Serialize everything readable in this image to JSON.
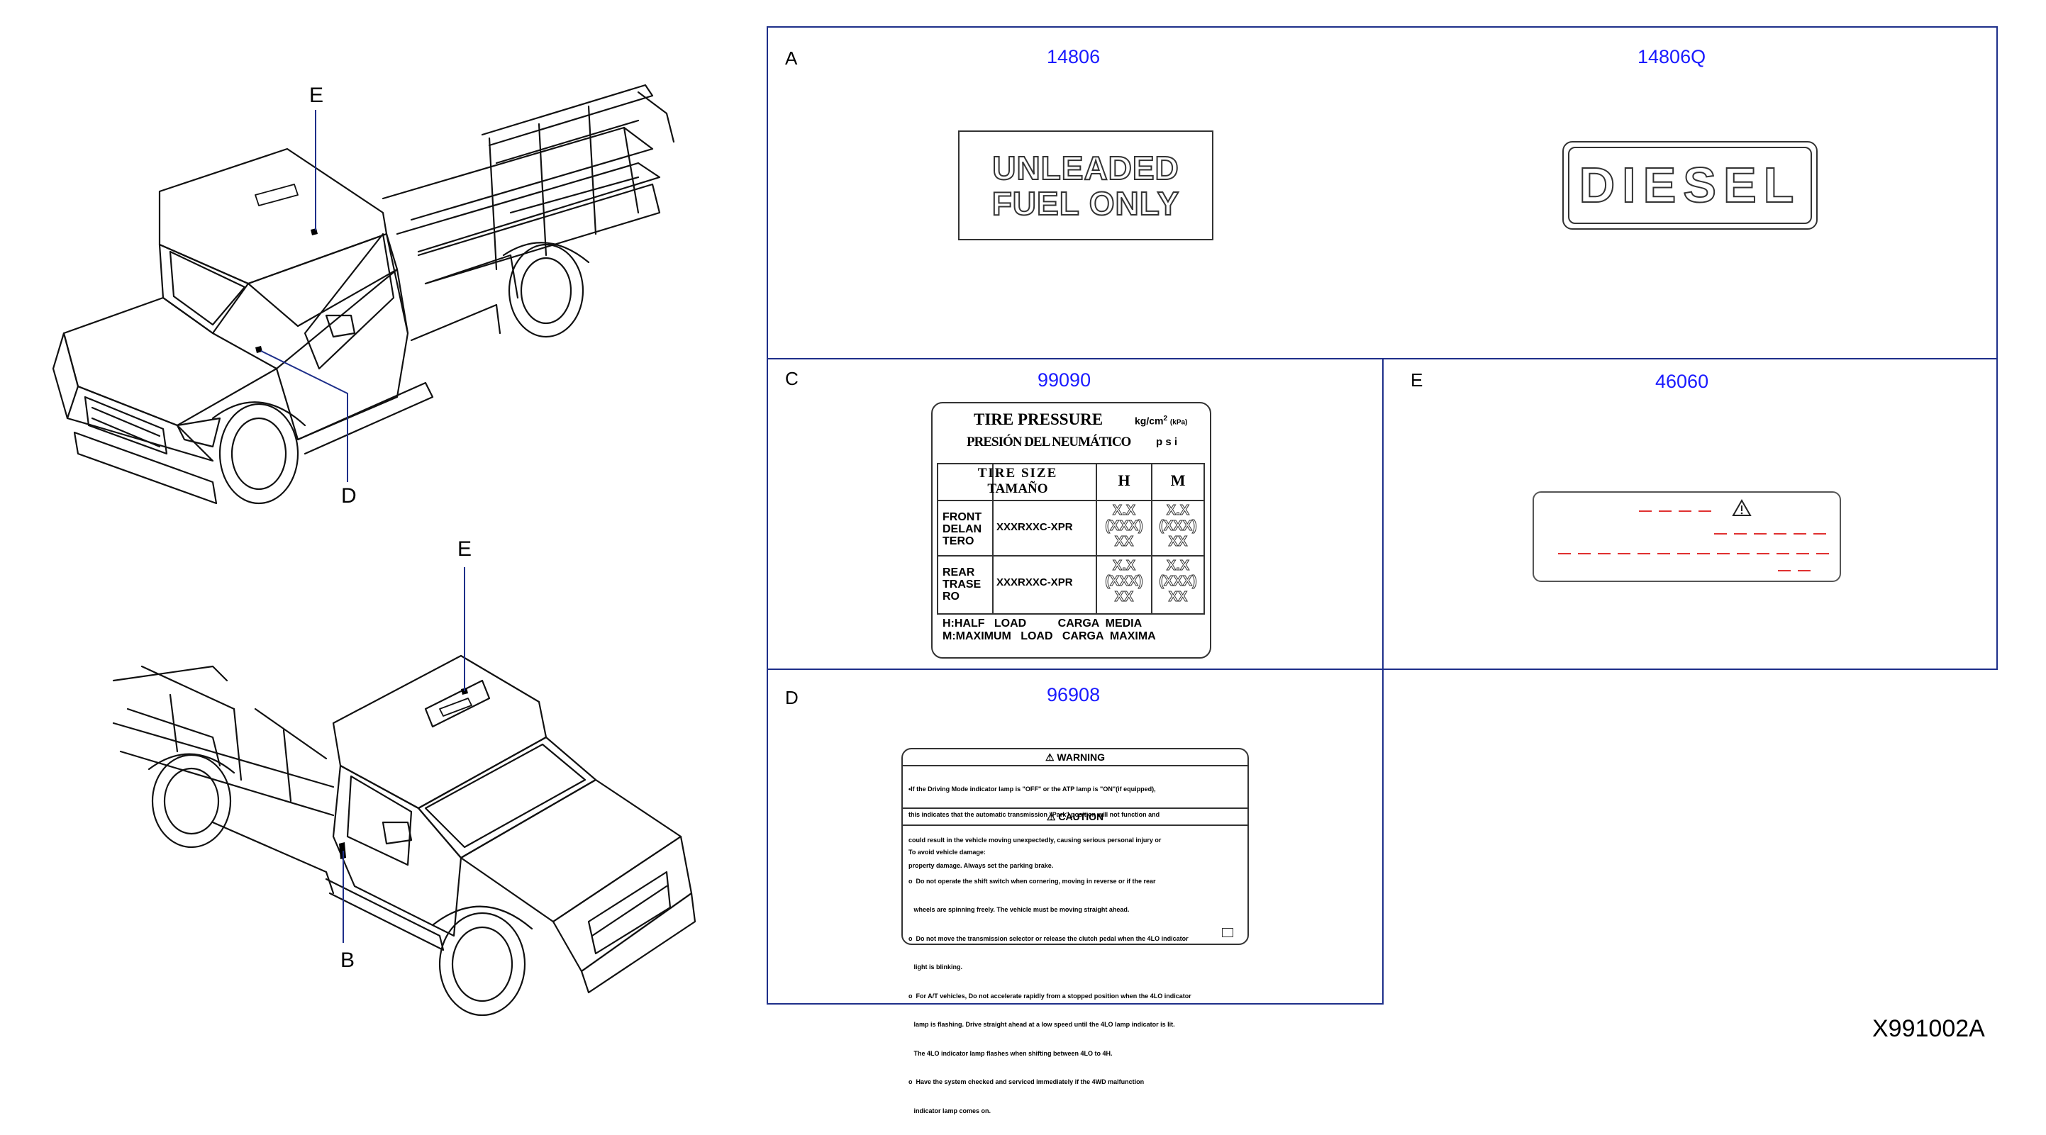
{
  "document_id": "X991002A",
  "callouts": {
    "top_e": "E",
    "top_d": "D",
    "bottom_e": "E",
    "bottom_b": "B"
  },
  "panels": {
    "a": {
      "letter": "A",
      "part1": "14806",
      "part2": "14806Q",
      "label1_line1": "UNLEADED",
      "label1_line2": "FUEL ONLY",
      "label2": "DIESEL"
    },
    "c": {
      "letter": "C",
      "part": "99090",
      "title_en": "TIRE PRESSURE",
      "title_es": "PRESIÓN DEL NEUMÁTICO",
      "unit1": "kg/cm",
      "unit1_sup": "2",
      "unit1_kpa": "(kPa)",
      "unit2": "p s i",
      "size_en": "TIRE  SIZE",
      "size_es": "TAMAÑO",
      "col_h": "H",
      "col_m": "M",
      "rows": [
        {
          "name1": "FRONT",
          "name2": "DELAN",
          "name3": "TERO",
          "size": "XXXRXXC-XPR",
          "h1": "X.X",
          "h2": "(XXX)",
          "h3": "XX",
          "m1": "X.X",
          "m2": "(XXX)",
          "m3": "XX"
        },
        {
          "name1": "REAR",
          "name2": "TRASE",
          "name3": "RO",
          "size": "XXXRXXC-XPR",
          "h1": "X.X",
          "h2": "(XXX)",
          "h3": "XX",
          "m1": "X.X",
          "m2": "(XXX)",
          "m3": "XX"
        }
      ],
      "foot1": "H:HALF   LOAD          CARGA  MEDIA",
      "foot2": "M:MAXIMUM   LOAD   CARGA  MAXIMA"
    },
    "e": {
      "letter": "E",
      "part": "46060"
    },
    "d": {
      "letter": "D",
      "part": "96908",
      "warning_title": "WARNING",
      "caution_title": "CAUTION",
      "warning_lines": [
        "•If the Driving Mode indicator lamp is \"OFF\" or the ATP lamp is \"ON\"(if equipped),",
        "this indicates that the automatic transmission \"Park\" position will not function and",
        "could result in the vehicle moving unexpectedly, causing serious personal injury or",
        "property damage. Always set the parking brake."
      ],
      "caution_lines": [
        "To avoid vehicle damage:",
        "o  Do not operate the shift switch when cornering, moving in reverse or if the rear",
        "   wheels are spinning freely. The vehicle must be moving straight ahead.",
        "o  Do not move the transmission selector or release the clutch pedal when the 4LO indicator",
        "   light is blinking.",
        "o  For A/T vehicles, Do not accelerate rapidly from a stopped position when the 4LO indicator",
        "   lamp is flashing. Drive straight ahead at a low speed until the 4LO lamp indicator is lit.",
        "   The 4LO indicator lamp flashes when shifting between 4LO to 4H.",
        "o  Have the system checked and serviced immediately if the 4WD malfunction",
        "   indicator lamp comes on."
      ]
    }
  }
}
